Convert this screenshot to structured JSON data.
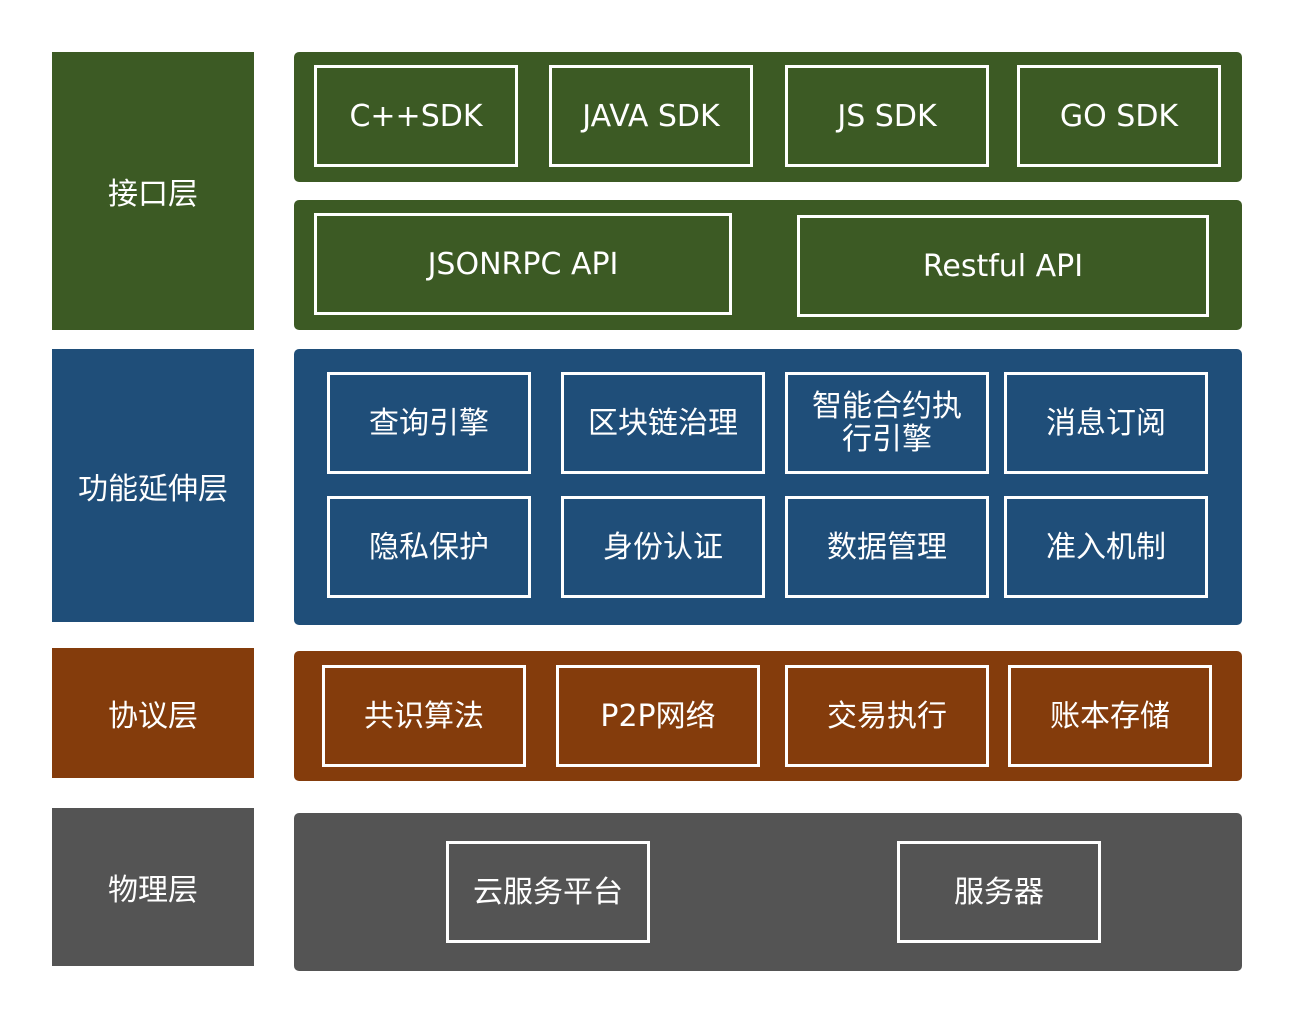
{
  "colors": {
    "interface": "#3c5a24",
    "function": "#1f4e79",
    "protocol": "#843c0c",
    "physical": "#545454",
    "border": "#ffffff"
  },
  "layers": {
    "interface": {
      "label": "接口层",
      "sdks": [
        "C++SDK",
        "JAVA SDK",
        "JS SDK",
        "GO SDK"
      ],
      "apis": [
        "JSONRPC API",
        "Restful API"
      ]
    },
    "function": {
      "label": "功能延伸层",
      "items": [
        "查询引擎",
        "区块链治理",
        "智能合约执行引擎",
        "消息订阅",
        "隐私保护",
        "身份认证",
        "数据管理",
        "准入机制"
      ],
      "smart_contract_line1": "智能合约执",
      "smart_contract_line2": "行引擎"
    },
    "protocol": {
      "label": "协议层",
      "items": [
        "共识算法",
        "P2P网络",
        "交易执行",
        "账本存储"
      ]
    },
    "physical": {
      "label": "物理层",
      "items": [
        "云服务平台",
        "服务器"
      ]
    }
  }
}
